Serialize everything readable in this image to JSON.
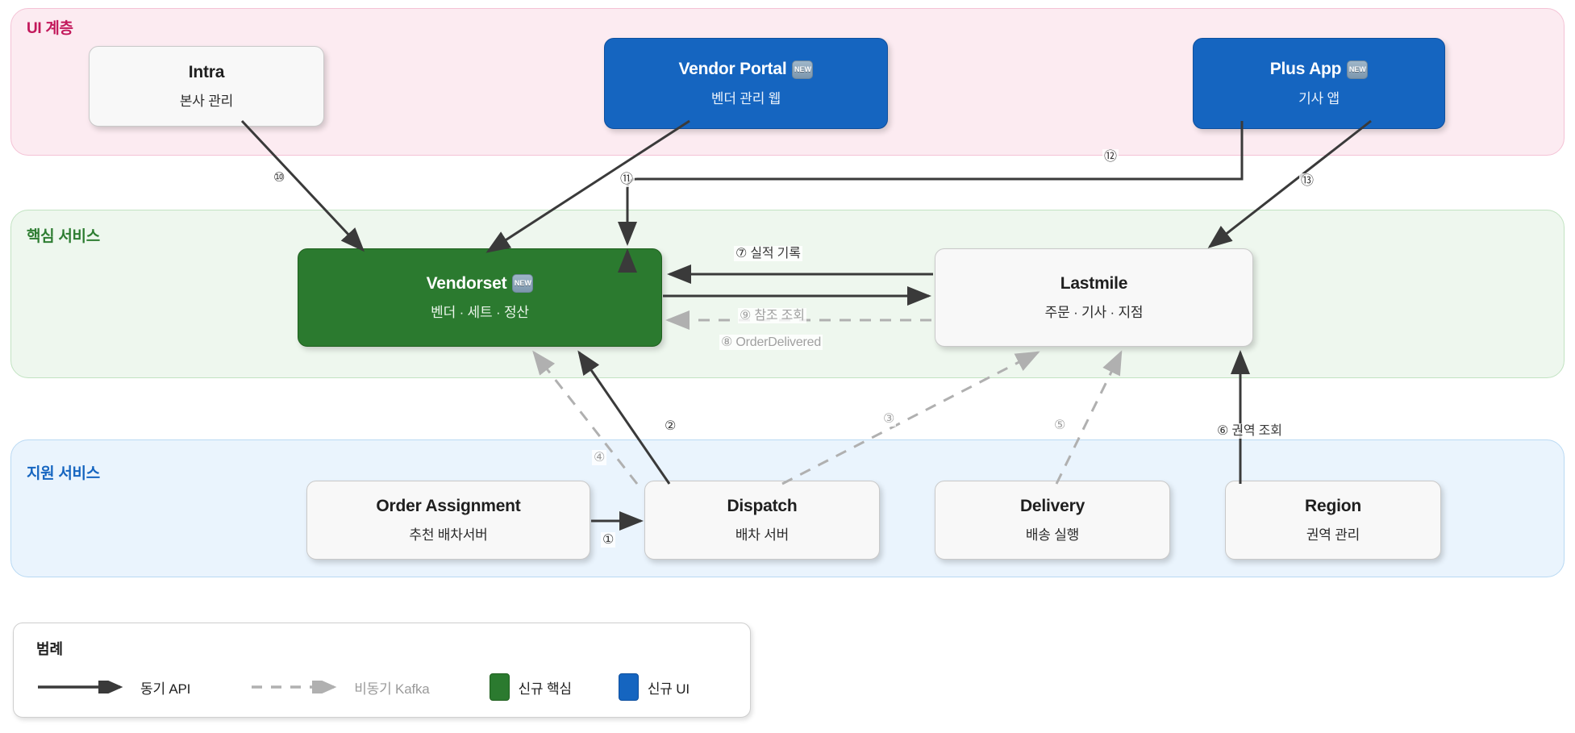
{
  "diagram": {
    "title": "Service Architecture Diagram",
    "colors": {
      "ui_layer_band": "#fcebf1",
      "ui_layer_title": "#c2185b",
      "core_layer_band": "#eef7ee",
      "core_layer_title": "#2e7d32",
      "support_layer_band": "#eaf4fd",
      "support_layer_title": "#1565c0",
      "new_core_node": "#2b7a2f",
      "new_ui_node": "#1565c0",
      "sync_edge": "#3a3a3a",
      "async_edge": "#b0b0b0"
    }
  },
  "layers": [
    {
      "id": "ui",
      "title": "UI 계층"
    },
    {
      "id": "core",
      "title": "핵심 서비스"
    },
    {
      "id": "support",
      "title": "지원 서비스"
    }
  ],
  "nodes": [
    {
      "id": "intra",
      "title": "Intra",
      "subtitle": "본사 관리",
      "badge": "",
      "style": "plain"
    },
    {
      "id": "vendor-portal",
      "title": "Vendor Portal",
      "subtitle": "벤더 관리 웹",
      "badge": "NEW",
      "style": "blue"
    },
    {
      "id": "plus-app",
      "title": "Plus App",
      "subtitle": "기사 앱",
      "badge": "NEW",
      "style": "blue"
    },
    {
      "id": "vendorset",
      "title": "Vendorset",
      "subtitle": "벤더 · 세트 · 정산",
      "badge": "NEW",
      "style": "green"
    },
    {
      "id": "lastmile",
      "title": "Lastmile",
      "subtitle": "주문 · 기사 · 지점",
      "badge": "",
      "style": "plain"
    },
    {
      "id": "order-assignment",
      "title": "Order Assignment",
      "subtitle": "추천 배차서버",
      "badge": "",
      "style": "plain"
    },
    {
      "id": "dispatch",
      "title": "Dispatch",
      "subtitle": "배차 서버",
      "badge": "",
      "style": "plain"
    },
    {
      "id": "delivery",
      "title": "Delivery",
      "subtitle": "배송 실행",
      "badge": "",
      "style": "plain"
    },
    {
      "id": "region",
      "title": "Region",
      "subtitle": "권역 관리",
      "badge": "",
      "style": "plain"
    }
  ],
  "edge_labels": [
    {
      "id": "e1",
      "text": "①",
      "kind": "sync"
    },
    {
      "id": "e2",
      "text": "②",
      "kind": "sync"
    },
    {
      "id": "e3",
      "text": "③",
      "kind": "async"
    },
    {
      "id": "e4",
      "text": "④",
      "kind": "async"
    },
    {
      "id": "e5",
      "text": "⑤",
      "kind": "async"
    },
    {
      "id": "e6",
      "text": "⑥ 권역 조회",
      "kind": "sync"
    },
    {
      "id": "e7",
      "text": "⑦ 실적 기록",
      "kind": "sync"
    },
    {
      "id": "e8",
      "text": "⑧ OrderDelivered",
      "kind": "async"
    },
    {
      "id": "e9",
      "text": "⑨ 참조 조회",
      "kind": "async"
    },
    {
      "id": "e10",
      "text": "⑩",
      "kind": "sync"
    },
    {
      "id": "e11",
      "text": "⑪",
      "kind": "sync"
    },
    {
      "id": "e12",
      "text": "⑫",
      "kind": "sync"
    },
    {
      "id": "e13",
      "text": "⑬",
      "kind": "sync"
    }
  ],
  "legend": {
    "title": "범례",
    "items": [
      {
        "id": "sync",
        "label": "동기 API",
        "symbol": "solid-arrow-icon"
      },
      {
        "id": "async",
        "label": "비동기 Kafka",
        "symbol": "dashed-arrow-icon"
      },
      {
        "id": "new-core",
        "label": "신규 핵심",
        "symbol": "green-swatch"
      },
      {
        "id": "new-ui",
        "label": "신규 UI",
        "symbol": "blue-swatch"
      }
    ]
  }
}
